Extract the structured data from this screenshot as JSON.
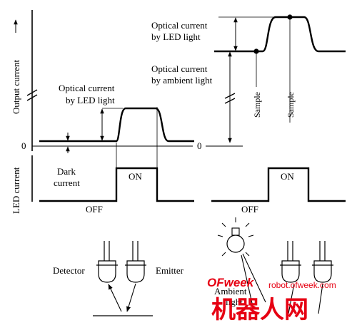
{
  "left_panel": {
    "y_axis_label": "Output current",
    "optical_current_label": [
      "Optical current",
      "by LED light"
    ],
    "dark_current_label": [
      "Dark",
      "current"
    ],
    "zero_label": "0",
    "led_axis_label": "LED current",
    "on_label": "ON",
    "off_label": "OFF"
  },
  "right_panel": {
    "optical_led_label": [
      "Optical current",
      "by LED light"
    ],
    "optical_ambient_label": [
      "Optical current",
      "by ambient light"
    ],
    "sample_labels": [
      "Sample",
      "Sample"
    ],
    "zero_label": "0",
    "on_label": "ON",
    "off_label": "OFF"
  },
  "bottom": {
    "detector_label": "Detector",
    "emitter_label": "Emitter",
    "ambient_label": [
      "Ambient",
      "light"
    ]
  },
  "watermark": {
    "logo": "OFweek",
    "url": "robot.ofweek.com",
    "chinese": "机器人网",
    "colors": {
      "orange": "#f39800",
      "red": "#e60012"
    }
  }
}
